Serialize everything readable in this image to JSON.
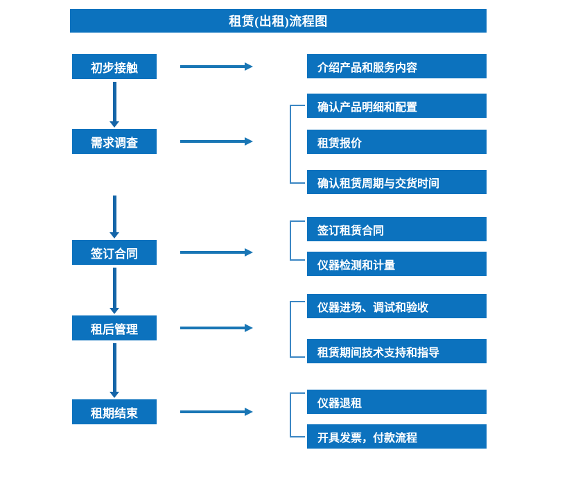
{
  "title": "租赁(出租)流程图",
  "colors": {
    "box_blue": "#0C72BE",
    "vertical_arrow_blue": "#1565A8",
    "horizontal_arrow_blue": "#1976B5",
    "bracket_blue": "#3C87C4",
    "text_white": "#FFFFFF",
    "background": "#FFFFFF"
  },
  "stages": [
    {
      "label": "初步接触"
    },
    {
      "label": "需求调查"
    },
    {
      "label": "签订合同"
    },
    {
      "label": "租后管理"
    },
    {
      "label": "租期结束"
    }
  ],
  "tasks": [
    {
      "label": "介绍产品和服务内容"
    },
    {
      "label": "确认产品明细和配置"
    },
    {
      "label": "租赁报价"
    },
    {
      "label": "确认租赁周期与交货时间"
    },
    {
      "label": "签订租赁合同"
    },
    {
      "label": "仪器检测和计量"
    },
    {
      "label": "仪器进场、调试和验收"
    },
    {
      "label": "租赁期间技术支持和指导"
    },
    {
      "label": "仪器退租"
    },
    {
      "label": "开具发票，付款流程"
    }
  ],
  "chart_data": {
    "type": "diagram",
    "title": "租赁(出租)流程图",
    "nodes": [
      {
        "id": "s1",
        "label": "初步接触",
        "column": "stage"
      },
      {
        "id": "s2",
        "label": "需求调查",
        "column": "stage"
      },
      {
        "id": "s3",
        "label": "签订合同",
        "column": "stage"
      },
      {
        "id": "s4",
        "label": "租后管理",
        "column": "stage"
      },
      {
        "id": "s5",
        "label": "租期结束",
        "column": "stage"
      },
      {
        "id": "t1",
        "label": "介绍产品和服务内容",
        "column": "task"
      },
      {
        "id": "t2",
        "label": "确认产品明细和配置",
        "column": "task"
      },
      {
        "id": "t3",
        "label": "租赁报价",
        "column": "task"
      },
      {
        "id": "t4",
        "label": "确认租赁周期与交货时间",
        "column": "task"
      },
      {
        "id": "t5",
        "label": "签订租赁合同",
        "column": "task"
      },
      {
        "id": "t6",
        "label": "仪器检测和计量",
        "column": "task"
      },
      {
        "id": "t7",
        "label": "仪器进场、调试和验收",
        "column": "task"
      },
      {
        "id": "t8",
        "label": "租赁期间技术支持和指导",
        "column": "task"
      },
      {
        "id": "t9",
        "label": "仪器退租",
        "column": "task"
      },
      {
        "id": "t10",
        "label": "开具发票，付款流程",
        "column": "task"
      }
    ],
    "edges": [
      {
        "from": "s1",
        "to": "s2",
        "type": "vertical-arrow"
      },
      {
        "from": "s2",
        "to": "s3",
        "type": "vertical-arrow"
      },
      {
        "from": "s3",
        "to": "s4",
        "type": "vertical-arrow"
      },
      {
        "from": "s4",
        "to": "s5",
        "type": "vertical-arrow"
      },
      {
        "from": "s1",
        "to": "t1",
        "type": "horizontal-arrow"
      },
      {
        "from": "s2",
        "to": "t2,t3,t4",
        "type": "horizontal-arrow-bracket"
      },
      {
        "from": "s3",
        "to": "t5,t6",
        "type": "horizontal-arrow-bracket"
      },
      {
        "from": "s4",
        "to": "t7,t8",
        "type": "horizontal-arrow-bracket"
      },
      {
        "from": "s5",
        "to": "t9,t10",
        "type": "horizontal-arrow-bracket"
      }
    ]
  }
}
